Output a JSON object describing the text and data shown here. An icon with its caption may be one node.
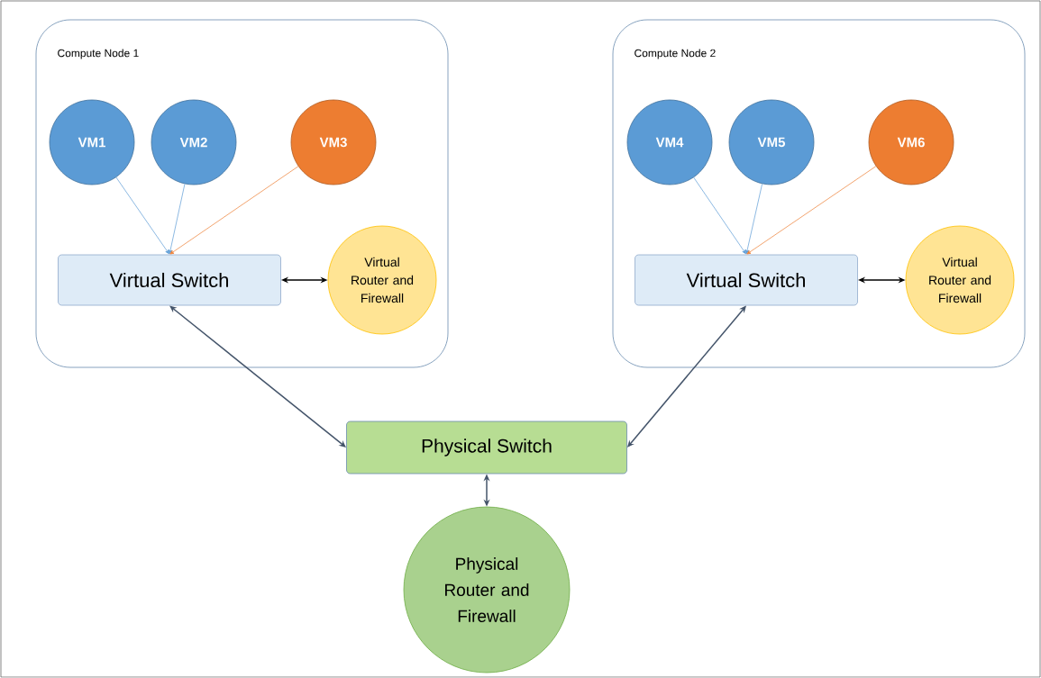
{
  "diagram": {
    "nodes": [
      {
        "text": [
          "Compute Node 1"
        ]
      },
      {
        "text": [
          "VM1"
        ],
        "in": 0
      },
      {
        "text": [
          "VM2"
        ],
        "in": 0
      },
      {
        "text": [
          "VM3"
        ],
        "in": 0
      },
      {
        "text": [
          "Virtual Switch"
        ],
        "in": 0
      },
      {
        "text": [
          "Virtual Router and Firewall"
        ],
        "in": 0
      },
      {
        "text": [
          "Compute Node 2"
        ]
      },
      {
        "text": [
          "VM4"
        ],
        "in": 6
      },
      {
        "text": [
          "VM5"
        ],
        "in": 6
      },
      {
        "text": [
          "VM6"
        ],
        "in": 6
      },
      {
        "text": [
          "Virtual Switch"
        ],
        "in": 6
      },
      {
        "text": [
          "Virtual Router and Firewall"
        ],
        "in": 6
      },
      {
        "text": [
          "Physical Switch"
        ]
      },
      {
        "text": [
          "Physical Router and Firewall"
        ]
      }
    ],
    "edges": [
      {
        "from": 1,
        "to": 4,
        "arrow": "to",
        "color": "#5b9bd5"
      },
      {
        "from": 2,
        "to": 4,
        "arrow": "to",
        "color": "#5b9bd5"
      },
      {
        "from": 3,
        "to": 4,
        "arrow": "to",
        "color": "#ed7d31"
      },
      {
        "from": 4,
        "to": 5,
        "arrow": "both",
        "color": "#000000"
      },
      {
        "from": 7,
        "to": 10,
        "arrow": "to",
        "color": "#5b9bd5"
      },
      {
        "from": 8,
        "to": 10,
        "arrow": "to",
        "color": "#5b9bd5"
      },
      {
        "from": 9,
        "to": 10,
        "arrow": "to",
        "color": "#ed7d31"
      },
      {
        "from": 10,
        "to": 11,
        "arrow": "both",
        "color": "#000000"
      },
      {
        "from": 4,
        "to": 12,
        "arrow": "both",
        "color": "#44546a"
      },
      {
        "from": 10,
        "to": 12,
        "arrow": "both",
        "color": "#44546a"
      },
      {
        "from": 12,
        "to": 13,
        "arrow": "both",
        "color": "#44546a"
      }
    ]
  }
}
